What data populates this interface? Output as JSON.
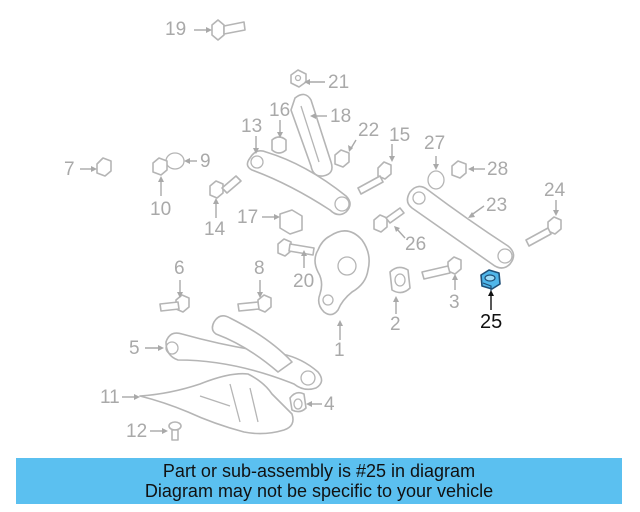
{
  "diagram": {
    "callouts": [
      {
        "id": "1",
        "label": "1"
      },
      {
        "id": "2",
        "label": "2"
      },
      {
        "id": "3",
        "label": "3"
      },
      {
        "id": "4",
        "label": "4"
      },
      {
        "id": "5",
        "label": "5"
      },
      {
        "id": "6",
        "label": "6"
      },
      {
        "id": "7",
        "label": "7"
      },
      {
        "id": "8",
        "label": "8"
      },
      {
        "id": "9",
        "label": "9"
      },
      {
        "id": "10",
        "label": "10"
      },
      {
        "id": "11",
        "label": "11"
      },
      {
        "id": "12",
        "label": "12"
      },
      {
        "id": "13",
        "label": "13"
      },
      {
        "id": "14",
        "label": "14"
      },
      {
        "id": "15",
        "label": "15"
      },
      {
        "id": "16",
        "label": "16"
      },
      {
        "id": "17",
        "label": "17"
      },
      {
        "id": "18",
        "label": "18"
      },
      {
        "id": "19",
        "label": "19"
      },
      {
        "id": "20",
        "label": "20"
      },
      {
        "id": "21",
        "label": "21"
      },
      {
        "id": "22",
        "label": "22"
      },
      {
        "id": "23",
        "label": "23"
      },
      {
        "id": "24",
        "label": "24"
      },
      {
        "id": "25",
        "label": "25"
      },
      {
        "id": "26",
        "label": "26"
      },
      {
        "id": "27",
        "label": "27"
      },
      {
        "id": "28",
        "label": "28"
      }
    ],
    "highlighted_part": "25",
    "highlight_color": "#4fb6ea",
    "part_color": "#b5b5b5"
  },
  "banner": {
    "line1": "Part or sub-assembly is #25 in diagram",
    "line2": "Diagram may not be specific to your vehicle",
    "background": "#5bc0f0"
  }
}
